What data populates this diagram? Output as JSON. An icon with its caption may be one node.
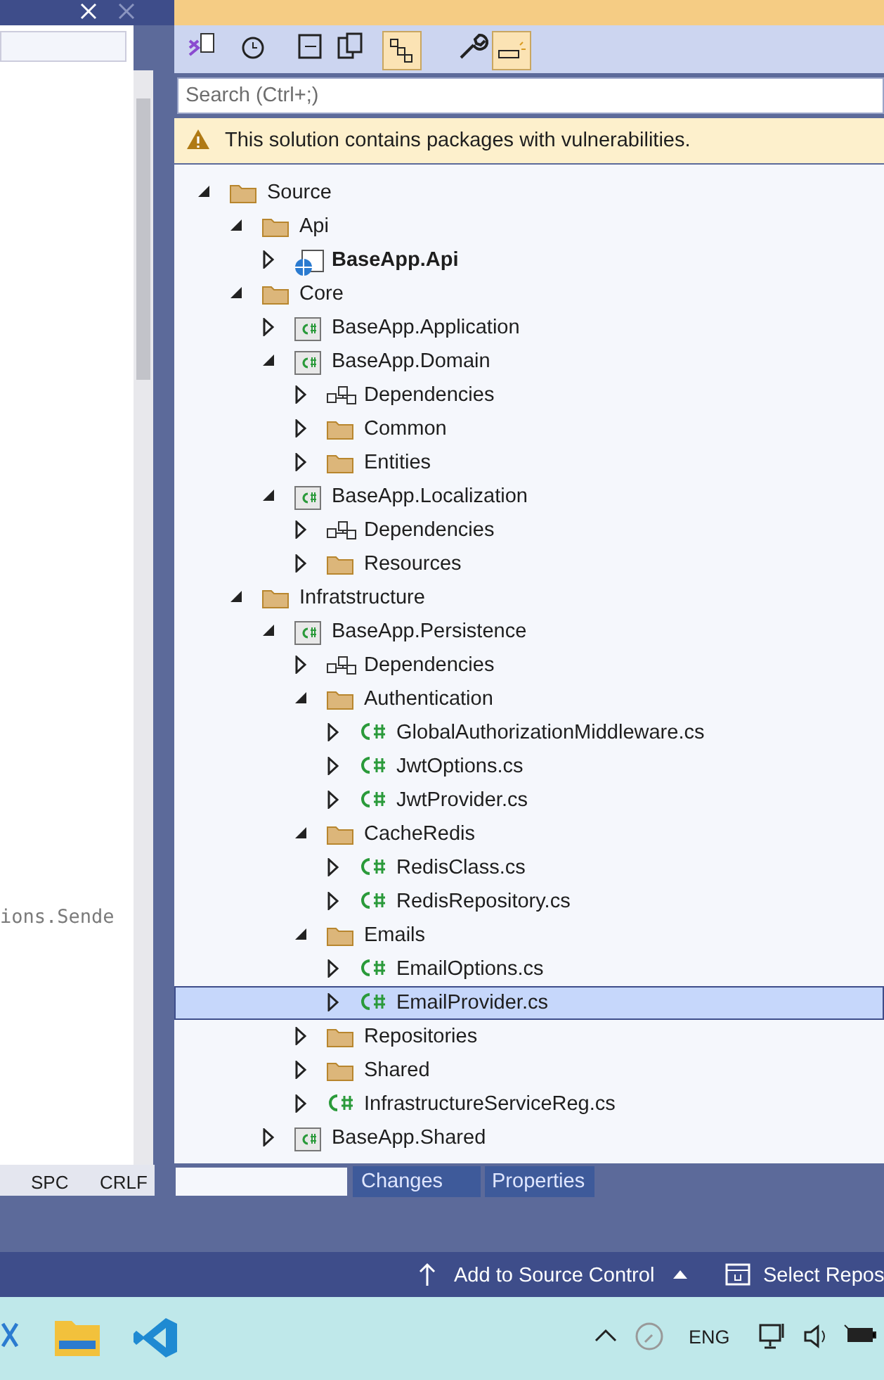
{
  "diagram": {
    "nodes": [
      {
        "text": [],
        "shape": "bar"
      },
      {
        "text": [
          "EmailProvider.cs"
        ]
      },
      {
        "text": [],
        "shape": "box"
      }
    ],
    "labels": [
      "ions.Sende",
      "SPC",
      "CRLF",
      "Search (Ctrl+;)",
      "This solution contains packages with vulnerabilities.",
      "Source",
      "Api",
      "BaseApp.Api",
      "Core",
      "BaseApp.Application",
      "BaseApp.Domain",
      "Dependencies",
      "Common",
      "Entities",
      "BaseApp.Localization",
      "Dependencies",
      "Resources",
      "Infratstructure",
      "BaseApp.Persistence",
      "Dependencies",
      "Authentication",
      "GlobalAuthorizationMiddleware.cs",
      "JwtOptions.cs",
      "JwtProvider.cs",
      "CacheRedis",
      "RedisClass.cs",
      "RedisRepository.cs",
      "Emails",
      "EmailOptions.cs",
      "Repositories",
      "Shared",
      "InfrastructureServiceReg.cs",
      "BaseApp.Shared",
      "Changes",
      "Properties",
      "Add to Source Control",
      "Select Repos",
      "ENG"
    ]
  }
}
